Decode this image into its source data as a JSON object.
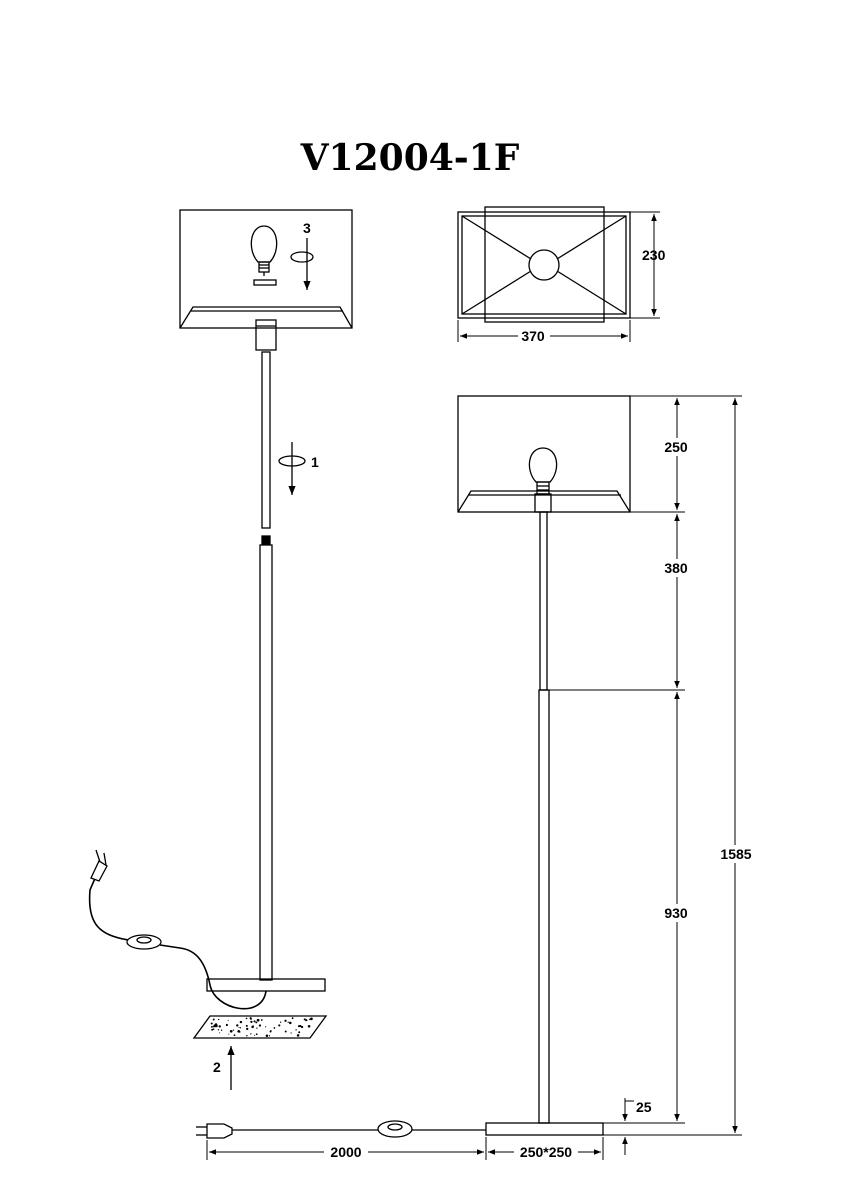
{
  "title": "V12004-1F",
  "steps": {
    "step_1": "1",
    "step_2": "2",
    "step_3": "3"
  },
  "dimensions": {
    "shade_width": "370",
    "shade_depth": "230",
    "shade_height": "250",
    "upper_tube": "380",
    "lower_tube": "930",
    "total_height": "1585",
    "base_height": "25",
    "cable_length": "2000",
    "base_size": "250*250"
  },
  "colors": {
    "line": "#000000",
    "background": "#ffffff"
  }
}
